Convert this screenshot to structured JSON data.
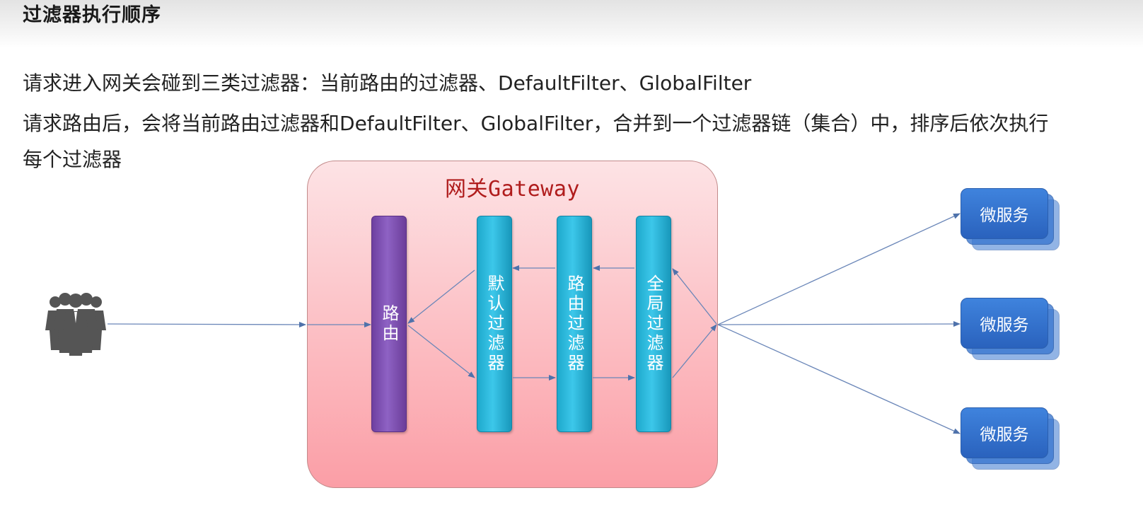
{
  "page": {
    "title": "过滤器执行顺序",
    "desc_line1": "请求进入网关会碰到三类过滤器：当前路由的过滤器、DefaultFilter、GlobalFilter",
    "desc_line2": "请求路由后，会将当前路由过滤器和DefaultFilter、GlobalFilter，合并到一个过滤器链（集合）中，排序后依次执行",
    "desc_line3": "每个过滤器"
  },
  "diagram": {
    "gateway_title": "网关Gateway",
    "bars": {
      "route": "路由",
      "default_filter": "默认过滤器",
      "route_filter": "路由过滤器",
      "global_filter": "全局过滤器"
    },
    "services": [
      "微服务",
      "微服务",
      "微服务"
    ],
    "icons": {
      "client": "users-group-icon"
    },
    "colors": {
      "gateway_fill_top": "#fde3e5",
      "gateway_fill_bottom": "#fb9ea6",
      "gateway_title": "#b01c1c",
      "route_bar": "#7b4fb0",
      "filter_bar": "#2fbbe0",
      "service_box": "#3574cf",
      "arrow": "#5a7bb0"
    }
  }
}
